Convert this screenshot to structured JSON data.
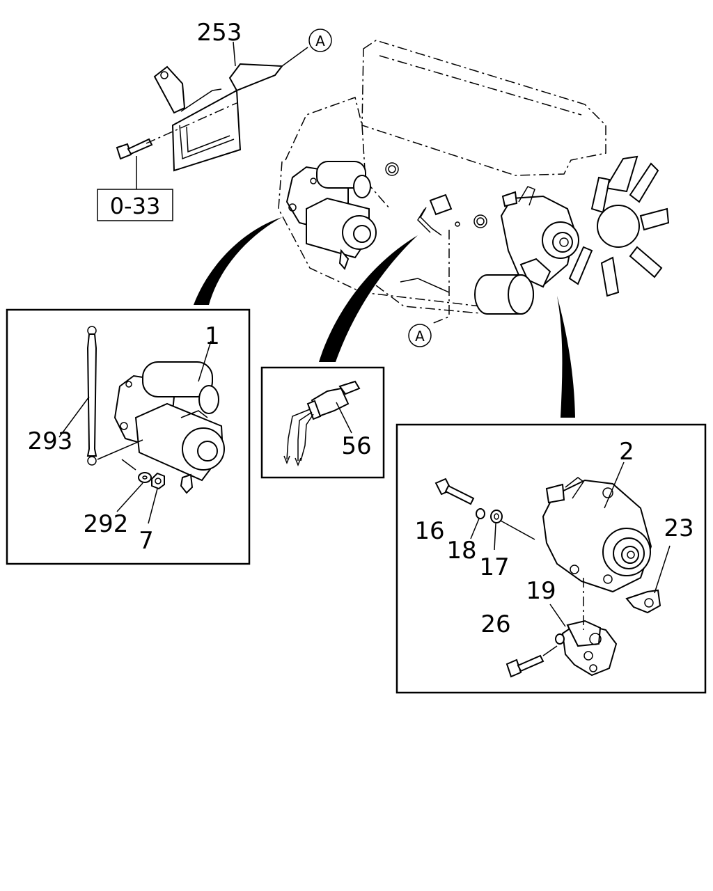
{
  "callouts": {
    "bracket_253": "253",
    "ref_block": "0-33",
    "marker_a_top": "A",
    "marker_a_bottom": "A",
    "starter_1": "1",
    "cable_293": "293",
    "washer_292": "292",
    "nut_7": "7",
    "switch_56": "56",
    "alternator_2": "2",
    "bolt_16": "16",
    "washer_18": "18",
    "washer_17": "17",
    "bracket_23": "23",
    "bracket_19": "19",
    "bolt_26": "26"
  },
  "icons": {
    "engine": "engine-block-icon",
    "starter": "starter-motor-icon",
    "alternator": "alternator-icon",
    "switch": "pressure-switch-icon"
  }
}
